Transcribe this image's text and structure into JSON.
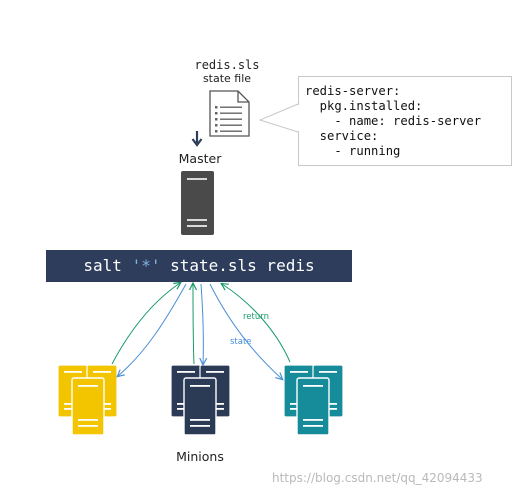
{
  "state_file": {
    "filename": "redis.sls",
    "caption": "state file"
  },
  "code": {
    "lines": [
      "redis-server:",
      "  pkg.installed:",
      "    - name: redis-server",
      "  service:",
      "    - running"
    ]
  },
  "master": {
    "label": "Master"
  },
  "command": {
    "prefix": "salt ",
    "target": "'*'",
    "suffix": " state.sls redis"
  },
  "arrows": {
    "return_label": "return",
    "state_label": "state"
  },
  "minions": {
    "label": "Minions",
    "groups": [
      {
        "name": "yellow",
        "color": "#f2c500"
      },
      {
        "name": "navy",
        "color": "#2b3b55"
      },
      {
        "name": "teal",
        "color": "#168b9a"
      }
    ]
  },
  "colors": {
    "command_bar": "#2e3d5b",
    "return_arrow": "#1a9a6a",
    "state_arrow": "#4a8fd6",
    "master_server": "#4a4a4a"
  },
  "watermark": "https://blog.csdn.net/qq_42094433"
}
